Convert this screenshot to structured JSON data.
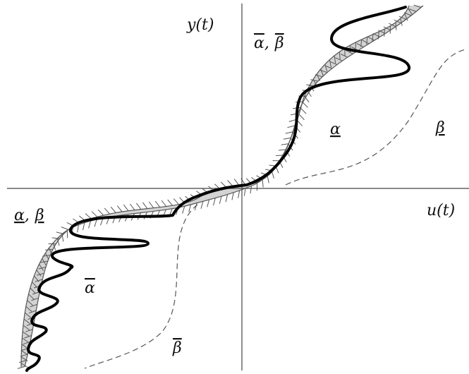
{
  "axes": {
    "x_label": "u(t)",
    "y_label": "y(t)"
  },
  "region_labels": {
    "upper_left": {
      "first": "α",
      "first_mark": "overline",
      "sep": ",",
      "second": "β",
      "second_mark": "overline"
    },
    "lower_left": {
      "first": "α",
      "first_mark": "underline",
      "sep": ",",
      "second": "β",
      "second_mark": "underline"
    },
    "alpha_under_right": {
      "text": "α",
      "mark": "underline"
    },
    "beta_under_right": {
      "text": "β",
      "mark": "underline"
    },
    "alpha_over_left": {
      "text": "α",
      "mark": "overline"
    },
    "beta_over_left": {
      "text": "β",
      "mark": "overline"
    }
  },
  "colors": {
    "band_fill": "#d3d3d3",
    "trajectory": "#000000",
    "axis": "#444444",
    "boundary": "#555555",
    "dashed_curve": "#555555"
  }
}
